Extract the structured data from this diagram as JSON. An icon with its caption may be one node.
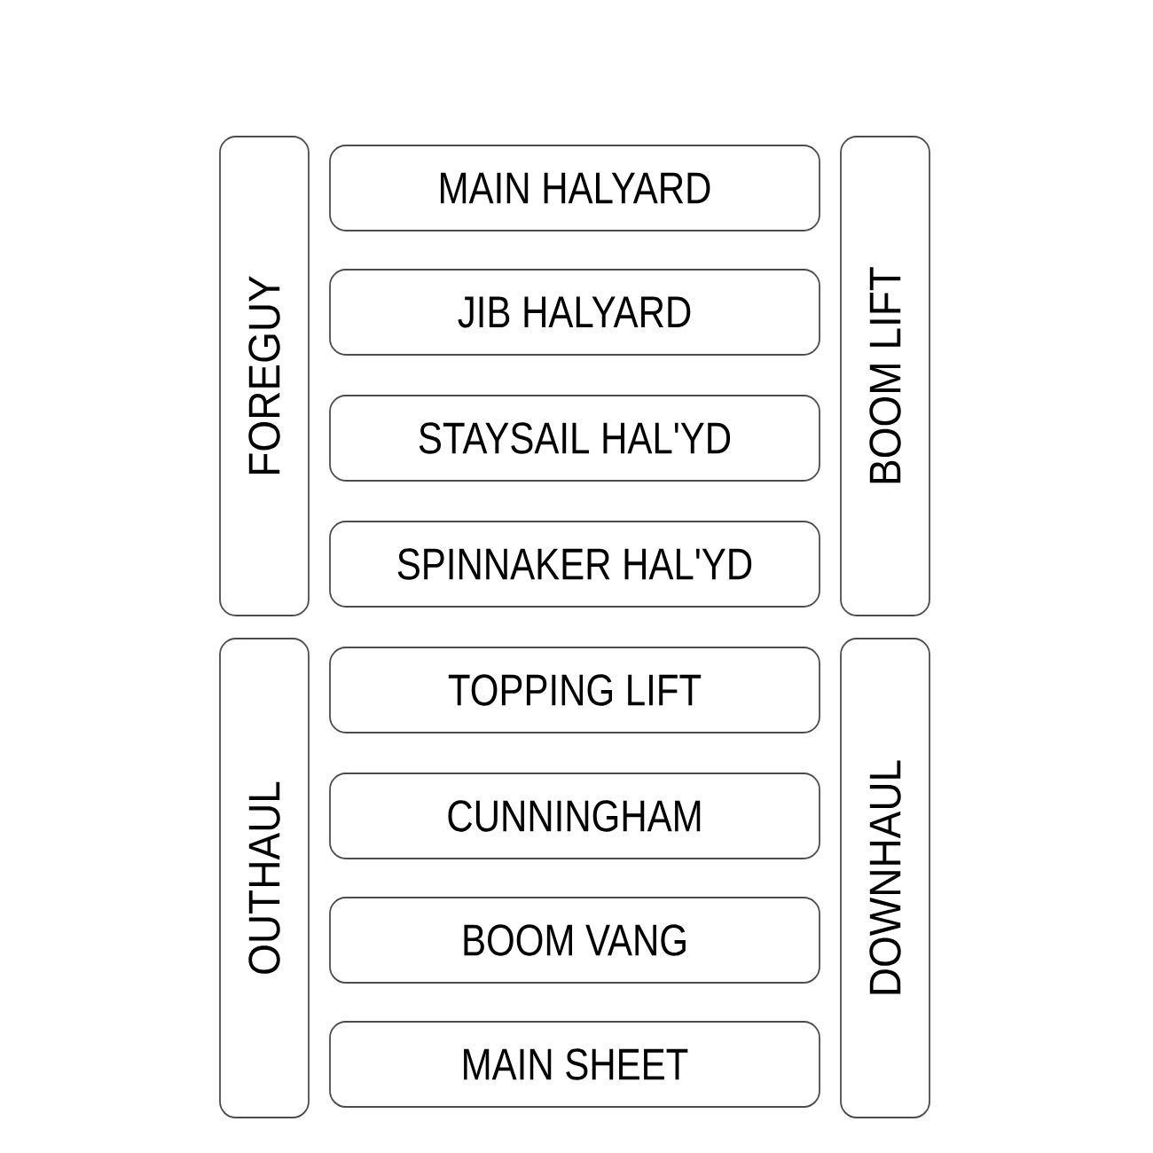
{
  "diagram": {
    "nodes": [
      {
        "text": [
          "FOREGUY"
        ]
      },
      {
        "text": [
          "MAIN HALYARD"
        ]
      },
      {
        "text": [
          "JIB HALYARD"
        ]
      },
      {
        "text": [
          "STAYSAIL HAL'YD"
        ]
      },
      {
        "text": [
          "SPINNAKER HAL'YD"
        ]
      },
      {
        "text": [
          "BOOM LIFT"
        ]
      },
      {
        "text": [
          "OUTHAUL"
        ]
      },
      {
        "text": [
          "TOPPING LIFT"
        ]
      },
      {
        "text": [
          "CUNNINGHAM"
        ]
      },
      {
        "text": [
          "BOOM VANG"
        ]
      },
      {
        "text": [
          "MAIN SHEET"
        ]
      },
      {
        "text": [
          "DOWNHAUL"
        ]
      }
    ]
  }
}
